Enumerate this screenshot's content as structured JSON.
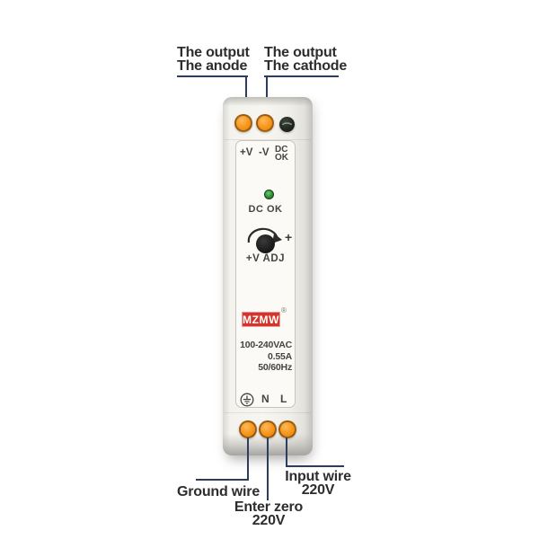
{
  "annotations": {
    "output_anode": {
      "line1": "The output",
      "line2": "The anode"
    },
    "output_cathode": {
      "line1": "The output",
      "line2": "The cathode"
    },
    "ground_wire": {
      "line1": "Ground wire"
    },
    "enter_zero": {
      "line1": "Enter zero",
      "line2": "220V"
    },
    "input_wire": {
      "line1": "Input wire",
      "line2": "220V"
    }
  },
  "device": {
    "terminal_row_top": {
      "positive": "+V",
      "negative": "-V",
      "dc": "DC",
      "ok": "OK"
    },
    "indicator": {
      "label": "DC OK"
    },
    "adjuster": {
      "plus": "+",
      "label": "+V ADJ"
    },
    "brand": {
      "name": "MZMW",
      "registered_mark": "®"
    },
    "specs": {
      "voltage": "100-240VAC",
      "current": "0.55A",
      "frequency": "50/60Hz"
    },
    "terminal_row_bottom": {
      "neutral": "N",
      "line": "L"
    }
  },
  "colors": {
    "callout_line": "#2e3c5e",
    "terminal_orange": "#f5941d",
    "brand_red": "#d3342c",
    "led_green": "#2f8f35"
  }
}
